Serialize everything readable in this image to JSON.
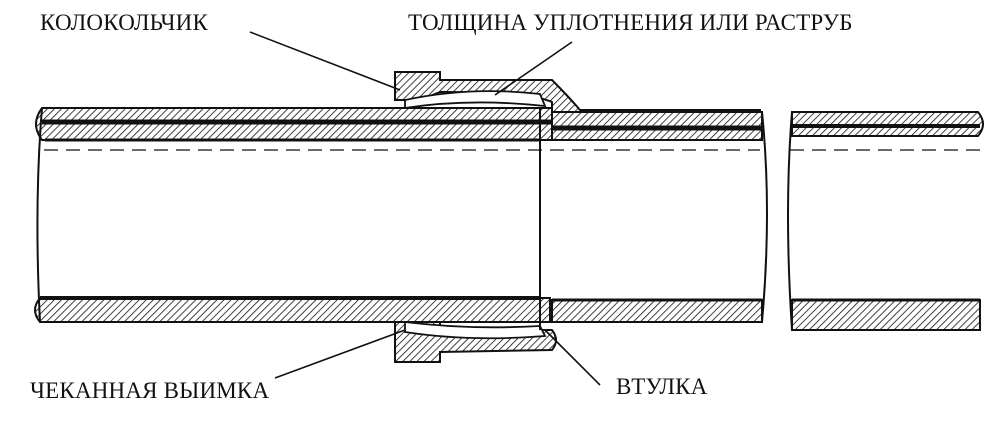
{
  "labels": {
    "bell": "КОЛОКОЛЬЧИК",
    "seal": "ТОЛЩИНА УПЛОТНЕНИЯ ИЛИ РАСТРУБ",
    "groove": "ЧЕКАННАЯ ВЫИМКА",
    "spigot": "ВТУЛКА"
  },
  "colors": {
    "ink": "#111111",
    "background": "#ffffff"
  }
}
